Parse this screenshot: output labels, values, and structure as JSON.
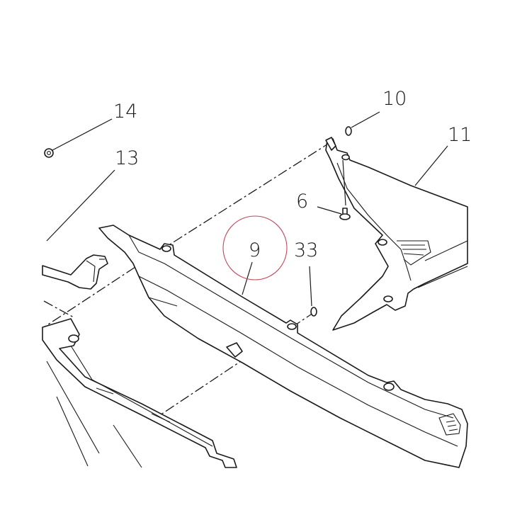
{
  "labels": {
    "part_14": "14",
    "part_13": "13",
    "part_10": "10",
    "part_11": "11",
    "part_6": "6",
    "part_9": "9",
    "part_33": "33"
  },
  "colors": {
    "line": "#1a1a1a",
    "highlight_circle": "#c0485a",
    "background": "#ffffff"
  }
}
